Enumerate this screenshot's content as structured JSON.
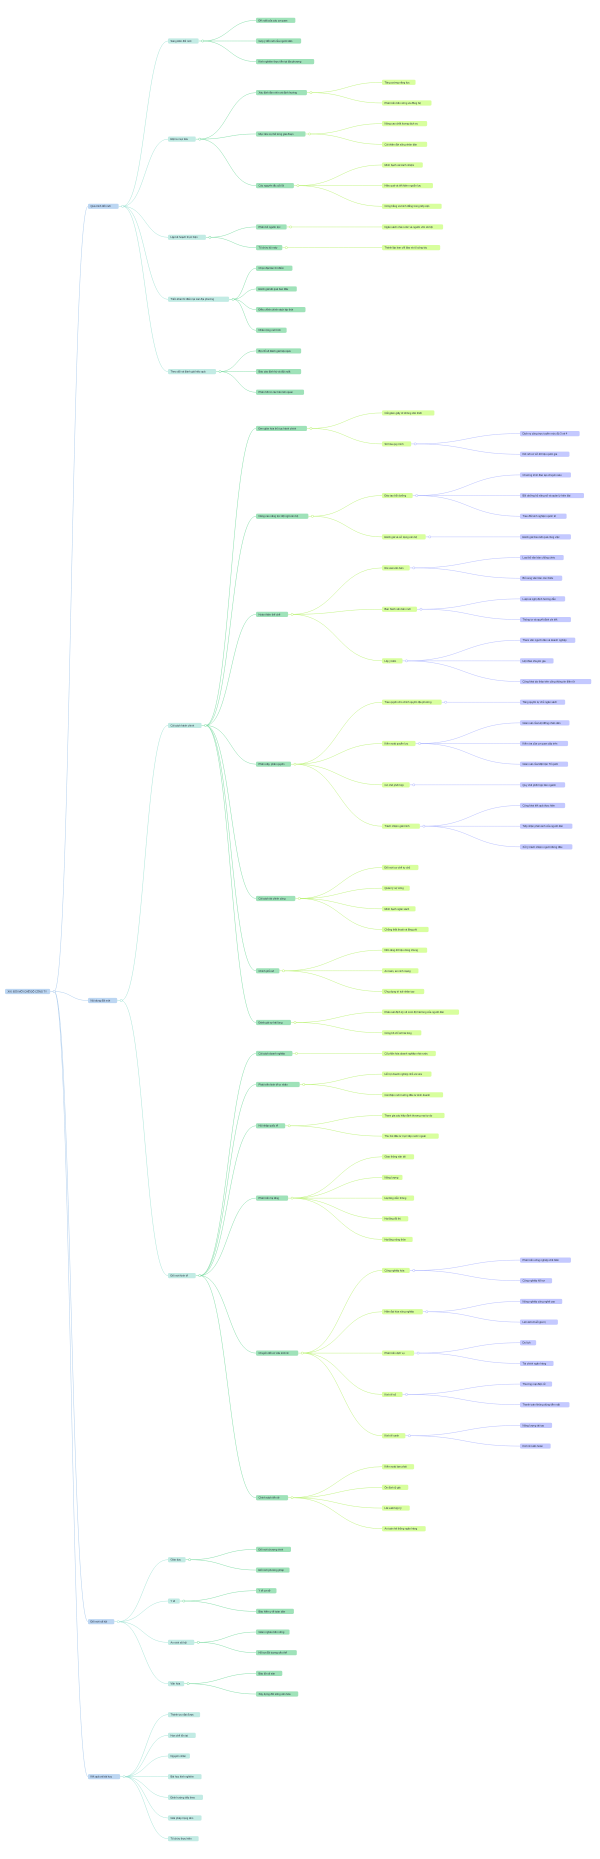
{
  "colors": {
    "level1": "#bcd6f2",
    "level2": "#c2ebe4",
    "level3": "#9fe2b9",
    "level4": "#d8ff9e",
    "level5": "#c4c9ff",
    "link_level1": "#9fc3ea",
    "link_level2": "#98e0d0",
    "link_level3": "#6fd89a",
    "link_level4": "#b6f26a",
    "link_level5": "#aab2ff"
  },
  "mindmap": {
    "root": {
      "label": "XIX: ĐỔI MỚI CHẾ ĐỘ CÔNG TY",
      "children": [
        {
          "label": "Quá trình đổi mới",
          "children": [
            {
              "label": "Sáng kiến đổi mới",
              "children": [
                {
                  "label": "Đề xuất của các cơ quan"
                },
                {
                  "label": "Góp ý đổi mới của người dân"
                },
                {
                  "label": "Kinh nghiệm thực tiễn tại địa phương"
                }
              ]
            },
            {
              "label": "Đặt ra mục tiêu",
              "children": [
                {
                  "label": "Xác định tầm nhìn và định hướng",
                  "children": [
                    {
                      "label": "Tăng cường năng lực"
                    },
                    {
                      "label": "Phát triển bền vững và đồng bộ"
                    }
                  ]
                },
                {
                  "label": "Mục tiêu cụ thể từng giai đoạn",
                  "children": [
                    {
                      "label": "Nâng cao chất lượng dịch vụ"
                    },
                    {
                      "label": "Cải thiện đời sống nhân dân"
                    }
                  ]
                },
                {
                  "label": "Các nguyên tắc cốt lõi",
                  "children": [
                    {
                      "label": "Minh bạch và trách nhiệm"
                    },
                    {
                      "label": "Hiệu quả và tiết kiệm nguồn lực"
                    },
                    {
                      "label": "Công bằng và bình đẳng trong tiếp cận"
                    }
                  ]
                }
              ]
            },
            {
              "label": "Lập kế hoạch thực hiện",
              "children": [
                {
                  "label": "Phân bổ nguồn lực",
                  "children": [
                    {
                      "label": "Ngân sách nhà nước và nguồn vốn xã hội"
                    }
                  ]
                },
                {
                  "label": "Tổ chức bộ máy",
                  "children": [
                    {
                      "label": "Thành lập ban chỉ đạo và tổ công tác"
                    }
                  ]
                }
              ]
            },
            {
              "label": "Triển khai thí điểm tại các địa phương",
              "children": [
                {
                  "label": "Chọn địa bàn thí điểm"
                },
                {
                  "label": "Đánh giá kết quả ban đầu"
                },
                {
                  "label": "Điều chỉnh chính sách kịp thời"
                },
                {
                  "label": "Nhân rộng mô hình"
                }
              ]
            },
            {
              "label": "Theo dõi và đánh giá hiệu quả",
              "children": [
                {
                  "label": "Bộ chỉ số đánh giá hiệu quả"
                },
                {
                  "label": "Báo cáo định kỳ và đột xuất"
                },
                {
                  "label": "Phản hồi từ các bên liên quan"
                }
              ]
            }
          ]
        },
        {
          "label": "Nội dung đổi mới",
          "children": [
            {
              "label": "Cải cách hành chính",
              "children": [
                {
                  "label": "Đơn giản hóa thủ tục hành chính",
                  "children": [
                    {
                      "label": "Cắt giảm giấy tờ không cần thiết"
                    },
                    {
                      "label": "Số hóa quy trình",
                      "children": [
                        {
                          "label": "Dịch vụ công trực tuyến mức độ 3 và 4"
                        },
                        {
                          "label": "Kết nối cơ sở dữ liệu quốc gia"
                        }
                      ]
                    }
                  ]
                },
                {
                  "label": "Nâng cao năng lực đội ngũ cán bộ",
                  "children": [
                    {
                      "label": "Đào tạo bồi dưỡng",
                      "children": [
                        {
                          "label": "Chương trình đào tạo chuyên sâu"
                        },
                        {
                          "label": "Bồi dưỡng kỹ năng số và quản lý hiện đại"
                        },
                        {
                          "label": "Trao đổi kinh nghiệm quốc tế"
                        }
                      ]
                    },
                    {
                      "label": "Đánh giá và sử dụng cán bộ",
                      "children": [
                        {
                          "label": "Đánh giá theo kết quả công việc"
                        }
                      ]
                    }
                  ]
                },
                {
                  "label": "Hoàn thiện thể chế",
                  "children": [
                    {
                      "label": "Rà soát văn bản",
                      "children": [
                        {
                          "label": "Loại bỏ văn bản chồng chéo"
                        },
                        {
                          "label": "Bổ sung văn bản còn thiếu"
                        }
                      ]
                    },
                    {
                      "label": "Ban hành văn bản mới",
                      "children": [
                        {
                          "label": "Luật và nghị định hướng dẫn"
                        },
                        {
                          "label": "Thông tư và quyết định chi tiết"
                        }
                      ]
                    },
                    {
                      "label": "Lấy ý kiến",
                      "children": [
                        {
                          "label": "Tham vấn người dân và doanh nghiệp"
                        },
                        {
                          "label": "Hội thảo chuyên gia"
                        },
                        {
                          "label": "Công khai dự thảo trên cổng thông tin điện tử"
                        }
                      ]
                    }
                  ]
                },
                {
                  "label": "Phân cấp, phân quyền",
                  "children": [
                    {
                      "label": "Trao quyền cho chính quyền địa phương",
                      "children": [
                        {
                          "label": "Tăng quyền tự chủ ngân sách"
                        }
                      ]
                    },
                    {
                      "label": "Kiểm soát quyền lực",
                      "children": [
                        {
                          "label": "Giám sát của Hội đồng nhân dân"
                        },
                        {
                          "label": "Kiểm tra của cơ quan cấp trên"
                        },
                        {
                          "label": "Giám sát của Mặt trận Tổ quốc"
                        }
                      ]
                    },
                    {
                      "label": "Cơ chế phối hợp",
                      "children": [
                        {
                          "label": "Quy chế phối hợp liên ngành"
                        }
                      ]
                    },
                    {
                      "label": "Trách nhiệm giải trình",
                      "children": [
                        {
                          "label": "Công khai kết quả thực hiện"
                        },
                        {
                          "label": "Tiếp nhận phản ánh của người dân"
                        },
                        {
                          "label": "Xử lý trách nhiệm người đứng đầu"
                        }
                      ]
                    }
                  ]
                },
                {
                  "label": "Cải cách tài chính công",
                  "children": [
                    {
                      "label": "Đổi mới cơ chế tự chủ"
                    },
                    {
                      "label": "Quản lý nợ công"
                    },
                    {
                      "label": "Minh bạch ngân sách"
                    },
                    {
                      "label": "Chống thất thoát và lãng phí"
                    }
                  ]
                },
                {
                  "label": "Chính phủ số",
                  "children": [
                    {
                      "label": "Nền tảng dữ liệu dùng chung"
                    },
                    {
                      "label": "An toàn, an ninh mạng"
                    },
                    {
                      "label": "Ứng dụng trí tuệ nhân tạo"
                    }
                  ]
                },
                {
                  "label": "Đánh giá sự hài lòng",
                  "children": [
                    {
                      "label": "Khảo sát định kỳ về mức độ hài lòng của người dân"
                    },
                    {
                      "label": "Công bố chỉ số hài lòng"
                    }
                  ]
                }
              ]
            },
            {
              "label": "Đổi mới kinh tế",
              "children": [
                {
                  "label": "Cải cách doanh nghiệp",
                  "children": [
                    {
                      "label": "Cổ phần hóa doanh nghiệp nhà nước"
                    }
                  ]
                },
                {
                  "label": "Phát triển kinh tế tư nhân",
                  "children": [
                    {
                      "label": "Hỗ trợ doanh nghiệp nhỏ và vừa"
                    },
                    {
                      "label": "Cải thiện môi trường đầu tư kinh doanh"
                    }
                  ]
                },
                {
                  "label": "Hội nhập quốc tế",
                  "children": [
                    {
                      "label": "Tham gia các hiệp định thương mại tự do"
                    },
                    {
                      "label": "Thu hút đầu tư trực tiếp nước ngoài"
                    }
                  ]
                },
                {
                  "label": "Phát triển hạ tầng",
                  "children": [
                    {
                      "label": "Giao thông vận tải"
                    },
                    {
                      "label": "Năng lượng"
                    },
                    {
                      "label": "Hạ tầng viễn thông"
                    },
                    {
                      "label": "Hạ tầng đô thị"
                    },
                    {
                      "label": "Hạ tầng nông thôn"
                    }
                  ]
                },
                {
                  "label": "Chuyển đổi cơ cấu kinh tế",
                  "children": [
                    {
                      "label": "Công nghiệp hóa",
                      "children": [
                        {
                          "label": "Phát triển công nghiệp chế biến"
                        },
                        {
                          "label": "Công nghiệp hỗ trợ"
                        }
                      ]
                    },
                    {
                      "label": "Hiện đại hóa nông nghiệp",
                      "children": [
                        {
                          "label": "Nông nghiệp công nghệ cao"
                        },
                        {
                          "label": "Liên kết chuỗi giá trị"
                        }
                      ]
                    },
                    {
                      "label": "Phát triển dịch vụ",
                      "children": [
                        {
                          "label": "Du lịch"
                        },
                        {
                          "label": "Tài chính ngân hàng"
                        }
                      ]
                    },
                    {
                      "label": "Kinh tế số",
                      "children": [
                        {
                          "label": "Thương mại điện tử"
                        },
                        {
                          "label": "Thanh toán không dùng tiền mặt"
                        }
                      ]
                    },
                    {
                      "label": "Kinh tế xanh",
                      "children": [
                        {
                          "label": "Năng lượng tái tạo"
                        },
                        {
                          "label": "Kinh tế tuần hoàn"
                        }
                      ]
                    }
                  ]
                },
                {
                  "label": "Chính sách tiền tệ",
                  "children": [
                    {
                      "label": "Kiểm soát lạm phát"
                    },
                    {
                      "label": "Ổn định tỷ giá"
                    },
                    {
                      "label": "Lãi suất hợp lý"
                    },
                    {
                      "label": "An toàn hệ thống ngân hàng"
                    }
                  ]
                }
              ]
            }
          ]
        },
        {
          "label": "Đổi mới xã hội",
          "children": [
            {
              "label": "Giáo dục",
              "children": [
                {
                  "label": "Đổi mới chương trình"
                },
                {
                  "label": "Đổi mới phương pháp"
                }
              ]
            },
            {
              "label": "Y tế",
              "children": [
                {
                  "label": "Y tế cơ sở"
                },
                {
                  "label": "Bảo hiểm y tế toàn dân"
                }
              ]
            },
            {
              "label": "An sinh xã hội",
              "children": [
                {
                  "label": "Giảm nghèo bền vững"
                },
                {
                  "label": "Hỗ trợ đối tượng yếu thế"
                }
              ]
            },
            {
              "label": "Văn hóa",
              "children": [
                {
                  "label": "Bảo tồn di sản"
                },
                {
                  "label": "Xây dựng đời sống văn hóa"
                }
              ]
            }
          ]
        },
        {
          "label": "Kết quả và bài học",
          "children": [
            {
              "label": "Thành tựu đạt được"
            },
            {
              "label": "Hạn chế tồn tại"
            },
            {
              "label": "Nguyên nhân"
            },
            {
              "label": "Bài học kinh nghiệm"
            },
            {
              "label": "Định hướng tiếp theo"
            },
            {
              "label": "Giải pháp trọng tâm"
            },
            {
              "label": "Tổ chức thực hiện"
            }
          ]
        }
      ]
    }
  }
}
